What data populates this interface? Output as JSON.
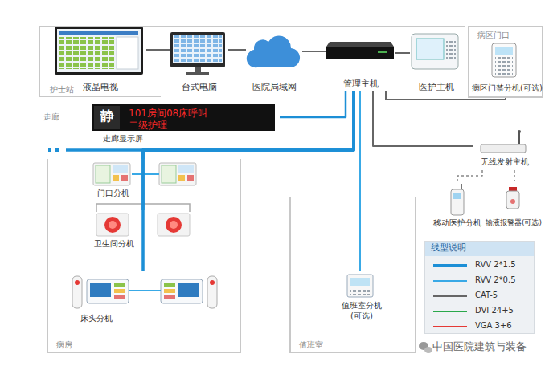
{
  "diagram": {
    "nodes": [
      {
        "text": [
          "护士站"
        ]
      },
      {
        "text": [
          "液晶电视"
        ],
        "in": 0
      },
      {
        "text": [
          "台式电脑"
        ],
        "in": 0
      },
      {
        "text": [
          "医院局域网"
        ],
        "in": 0
      },
      {
        "text": [
          "管理主机"
        ],
        "in": 0
      },
      {
        "text": [
          "医护主机"
        ],
        "in": 0
      },
      {
        "text": [
          "病区门口"
        ]
      },
      {
        "text": [
          "病区门禁分机(可选)"
        ],
        "in": 6
      },
      {
        "text": [
          "静",
          "101房间08床呼叫",
          "二级护理",
          "走廊显示屏"
        ]
      },
      {
        "text": [
          "病房"
        ]
      },
      {
        "text": [
          "门口分机"
        ],
        "in": 9
      },
      {
        "text": [
          "卫生间分机"
        ],
        "in": 9
      },
      {
        "text": [
          "床头分机"
        ],
        "in": 9
      },
      {
        "text": [
          "值班室"
        ]
      },
      {
        "text": [
          "值班室分机 (可选)"
        ],
        "in": 13
      },
      {
        "text": [
          "无线发射主机"
        ]
      },
      {
        "text": [
          "移动医护分机"
        ]
      },
      {
        "text": [
          "输液报警器(可选)"
        ]
      }
    ],
    "edges": [
      {
        "from": 1,
        "to": 2,
        "arrow": "none"
      },
      {
        "from": 2,
        "to": 3,
        "arrow": "none"
      },
      {
        "from": 3,
        "to": 4,
        "arrow": "none"
      },
      {
        "from": 4,
        "to": 5,
        "arrow": "none"
      },
      {
        "from": 4,
        "to": 7,
        "arrow": "none"
      },
      {
        "from": 4,
        "to": 8,
        "arrow": "none"
      },
      {
        "from": 4,
        "to": 10,
        "arrow": "none"
      },
      {
        "from": 4,
        "to": 11,
        "arrow": "none"
      },
      {
        "from": 4,
        "to": 12,
        "arrow": "none"
      },
      {
        "from": 4,
        "to": 14,
        "arrow": "none"
      },
      {
        "from": 4,
        "to": 15,
        "arrow": "none"
      },
      {
        "from": 15,
        "to": 16,
        "arrow": "none"
      },
      {
        "from": 15,
        "to": 17,
        "arrow": "none"
      }
    ],
    "labels": [
      "走廊",
      "线型说明",
      "中国医院建筑与装备"
    ],
    "legend": [
      {
        "text": "RVV 2*1.5",
        "color": "#1c8fd6"
      },
      {
        "text": "RVV 2*0.5",
        "color": "#39a9e6"
      },
      {
        "text": "CAT-5",
        "color": "#666666"
      },
      {
        "text": "DVI 24+5",
        "color": "#2aa84a"
      },
      {
        "text": "VGA 3+6",
        "color": "#e53935"
      }
    ]
  }
}
